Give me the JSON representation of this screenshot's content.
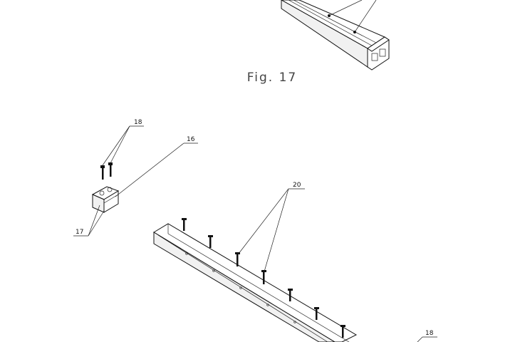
{
  "figure": {
    "caption": "Fig. 17"
  },
  "callouts": {
    "screws_top": "18",
    "end_cap": "16",
    "end_cap_parts": "17",
    "rail_screws": "20",
    "screws_right": "18"
  },
  "colors": {
    "line": "#111111",
    "caption": "#444444",
    "background": "#ffffff"
  }
}
